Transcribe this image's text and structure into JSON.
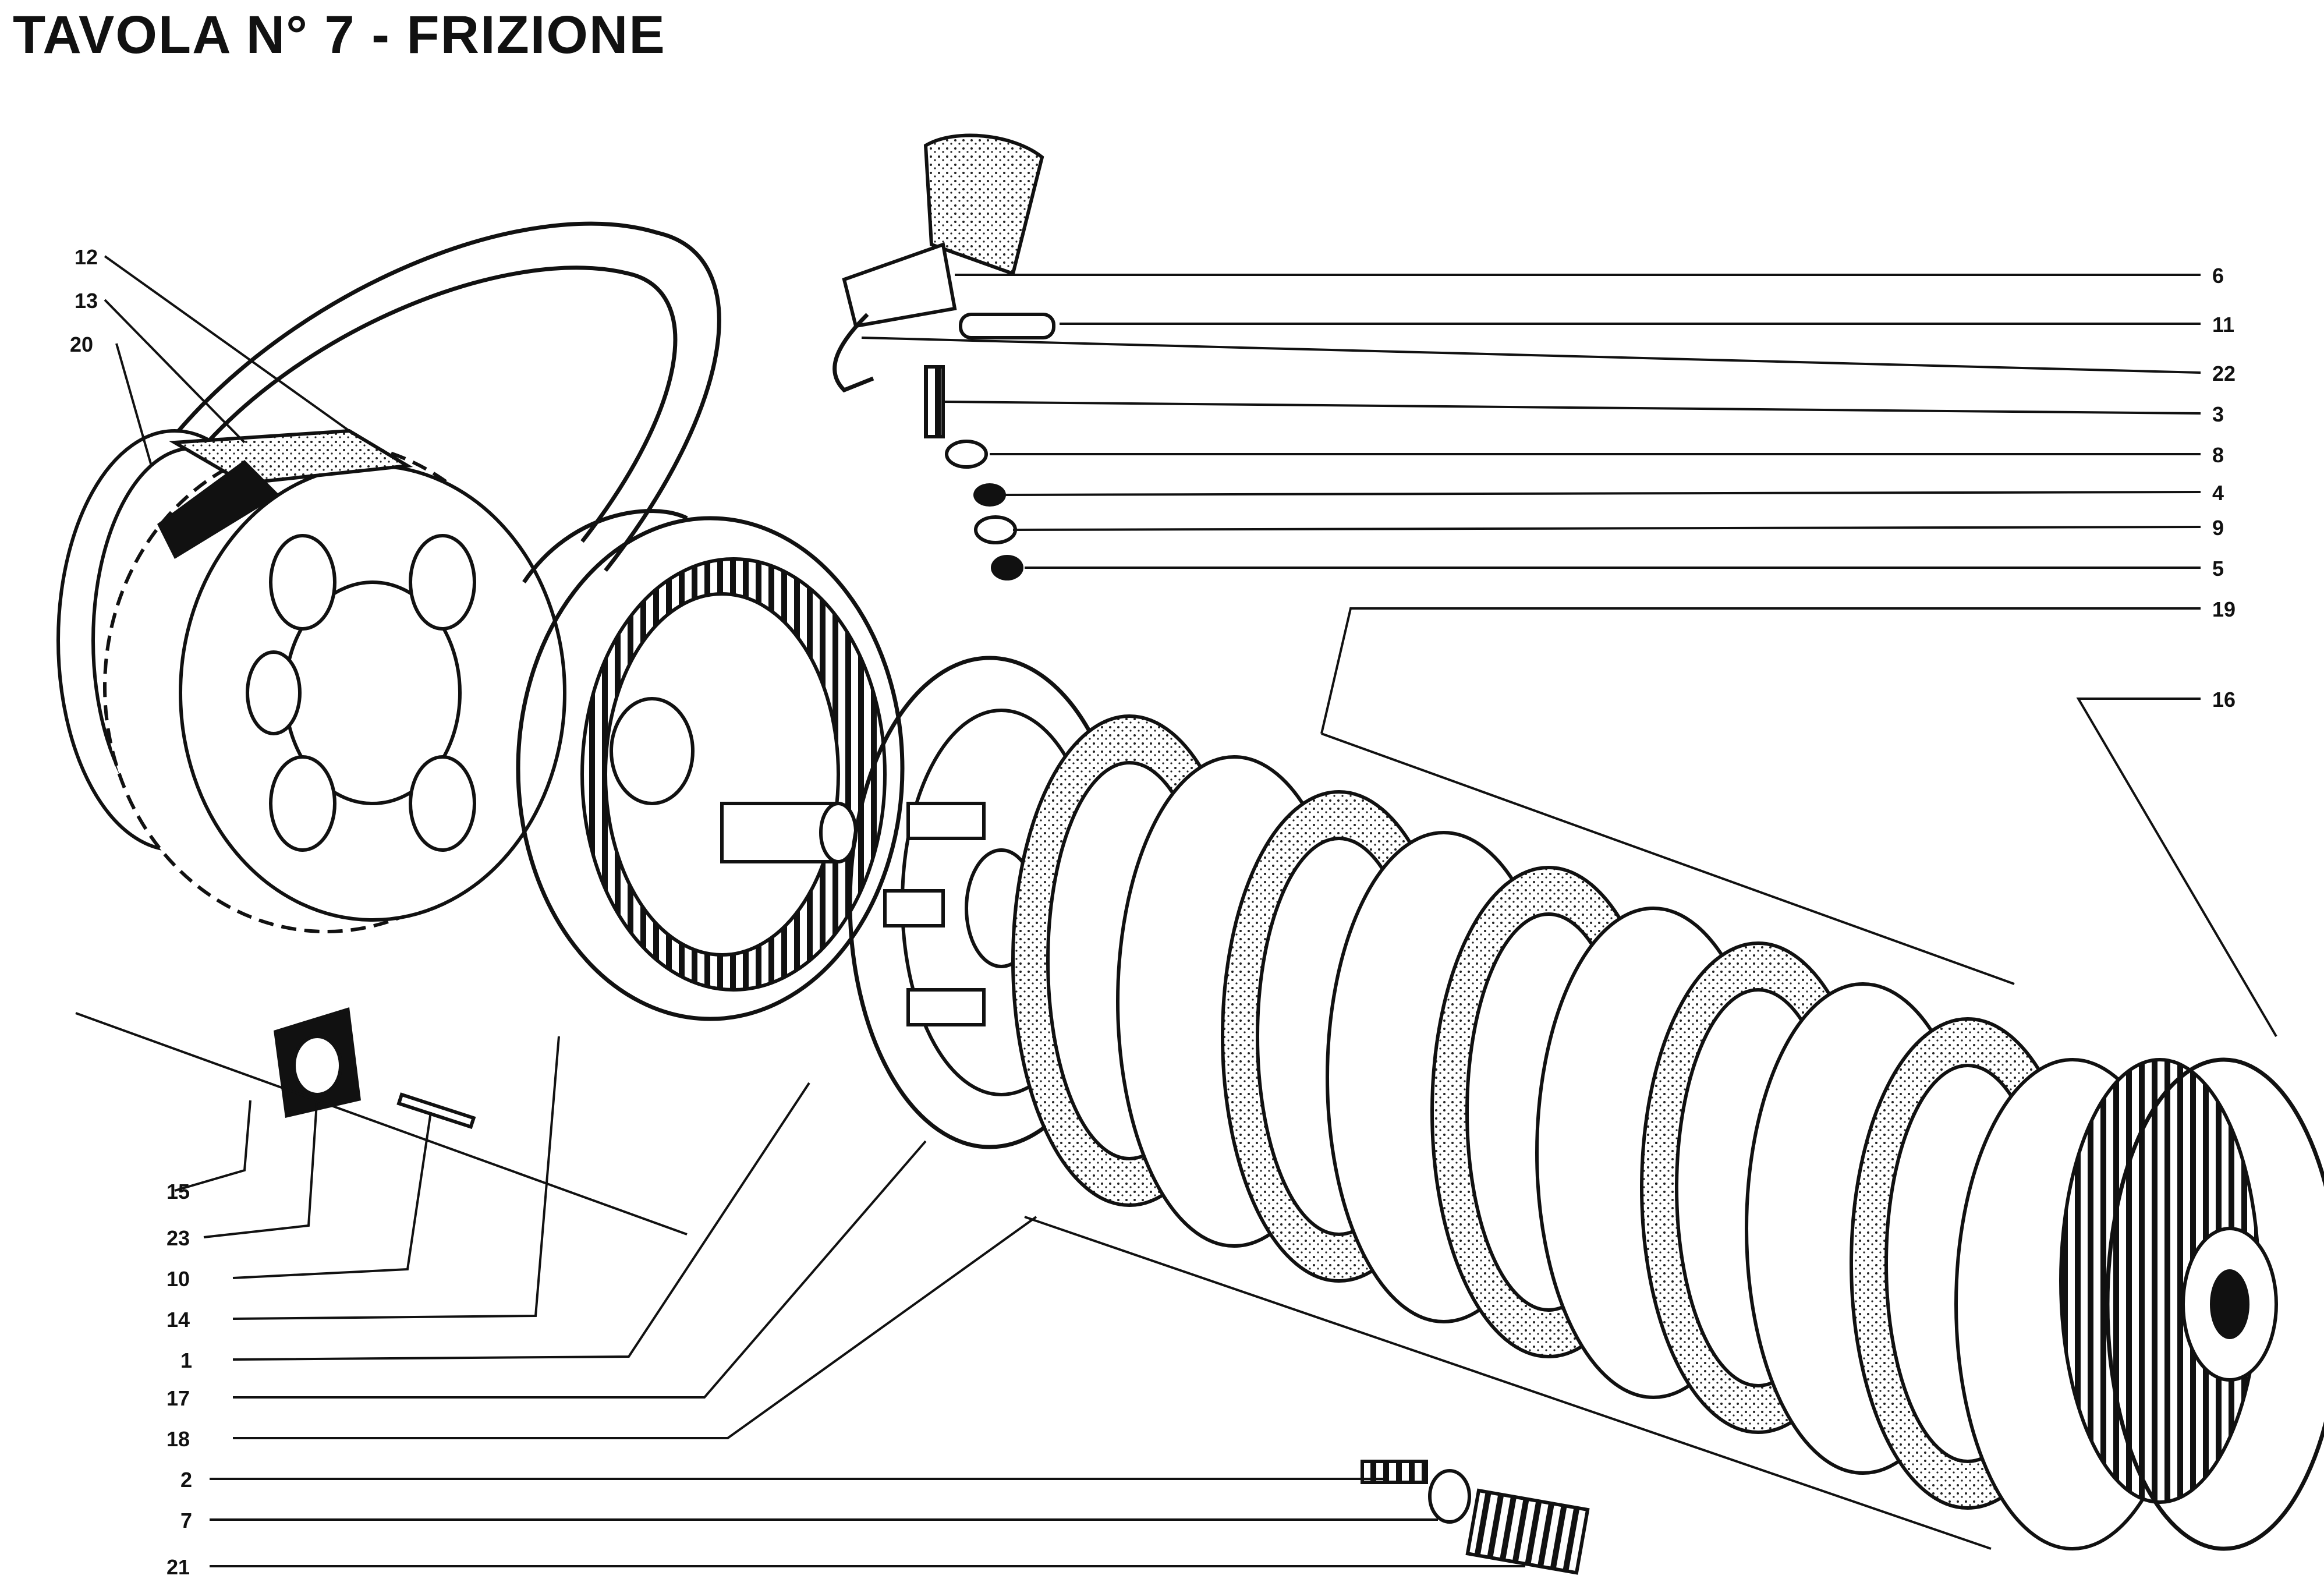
{
  "title": "TAVOLA N° 7 - FRIZIONE",
  "callouts": {
    "c1": "1",
    "c2": "2",
    "c3": "3",
    "c4": "4",
    "c5": "5",
    "c6": "6",
    "c7": "7",
    "c8": "8",
    "c9": "9",
    "c10": "10",
    "c11": "11",
    "c12": "12",
    "c13": "13",
    "c14": "14",
    "c15": "15",
    "c16": "16",
    "c17": "17",
    "c18": "18",
    "c19": "19",
    "c20": "20",
    "c21": "21",
    "c22": "22",
    "c23": "23"
  }
}
